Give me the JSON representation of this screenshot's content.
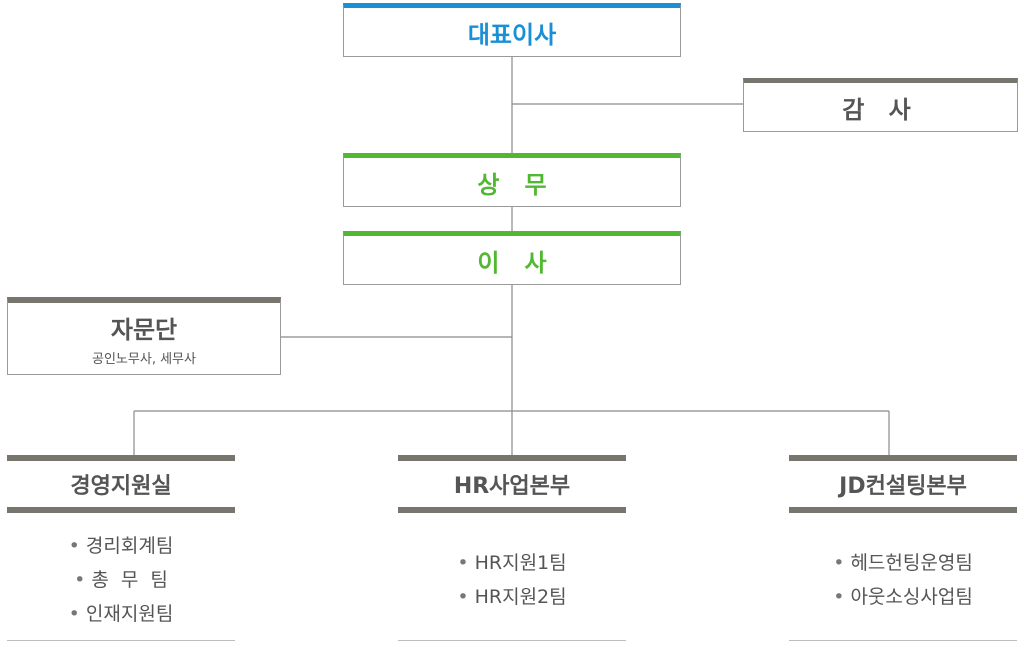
{
  "nodes": {
    "ceo": "대표이사",
    "audit": "감  사",
    "managing_director": "상   무",
    "director": "이   사",
    "advisory": {
      "title": "자문단",
      "subtitle": "공인노무사, 세무사"
    }
  },
  "departments": [
    {
      "name": "경영지원실",
      "teams": [
        "경리회계팀",
        "총  무  팀",
        "인재지원팀"
      ]
    },
    {
      "name": "HR사업본부",
      "teams": [
        "HR지원1팀",
        "HR지원2팀"
      ]
    },
    {
      "name": "JD컨설팅본부",
      "teams": [
        "헤드헌팅운영팀",
        "아웃소싱사업팀"
      ]
    }
  ],
  "colors": {
    "ceo_accent": "#1a8fd6",
    "exec_accent": "#52b832",
    "neutral_accent": "#77756d"
  }
}
